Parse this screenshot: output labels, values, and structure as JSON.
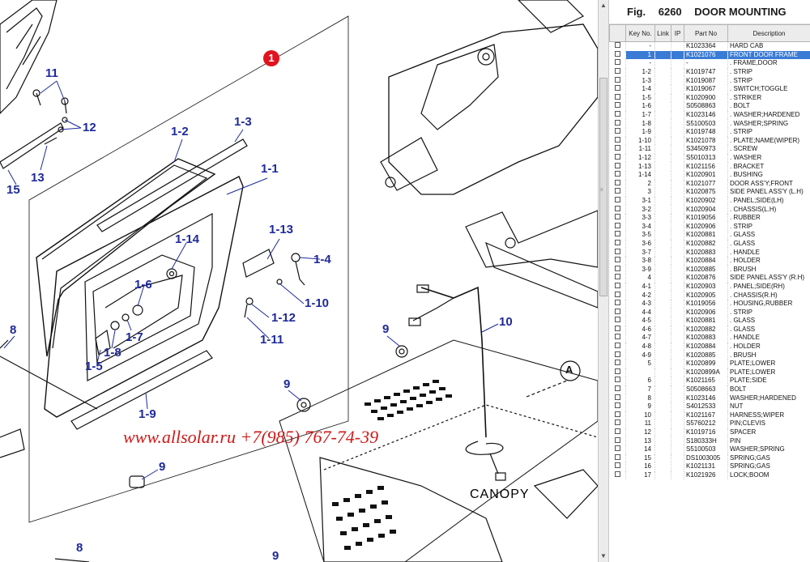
{
  "diagram": {
    "callouts": [
      "11",
      "12",
      "13",
      "15",
      "1-2",
      "1-3",
      "1-1",
      "1-14",
      "1-13",
      "1-4",
      "1-6",
      "1-10",
      "1-12",
      "1-7",
      "1-11",
      "8",
      "1-8",
      "1-5",
      "1-9",
      "9",
      "10",
      "9",
      "9",
      "8",
      "9"
    ],
    "circle_marker": "1",
    "view_marker": "A",
    "canopy_label": "CANOPY",
    "watermark": "www.allsolar.ru +7(985) 767-74-39"
  },
  "panel": {
    "fig_label": "Fig.",
    "fig_number": "6260",
    "fig_title": "DOOR MOUNTING",
    "headers": [
      "Key No.",
      "Link",
      "IP",
      "Part No",
      "Description"
    ],
    "selected_row": 1,
    "rows": [
      {
        "key": "-",
        "part": "K1023364",
        "desc": "HARD CAB"
      },
      {
        "key": "1",
        "part": "K1021076",
        "desc": "FRONT DOOR FRAME"
      },
      {
        "key": "-",
        "part": "-",
        "desc": ". FRAME,DOOR"
      },
      {
        "key": "1-2",
        "part": "K1019747",
        "desc": ". STRIP"
      },
      {
        "key": "1-3",
        "part": "K1019087",
        "desc": ". STRIP"
      },
      {
        "key": "1-4",
        "part": "K1019067",
        "desc": ". SWITCH;TOGGLE"
      },
      {
        "key": "1-5",
        "part": "K1020900",
        "desc": ". STRIKER"
      },
      {
        "key": "1-6",
        "part": "S0508863",
        "desc": ". BOLT"
      },
      {
        "key": "1-7",
        "part": "K1023146",
        "desc": ". WASHER;HARDENED"
      },
      {
        "key": "1-8",
        "part": "S5100503",
        "desc": ". WASHER;SPRING"
      },
      {
        "key": "1-9",
        "part": "K1019748",
        "desc": ". STRIP"
      },
      {
        "key": "1-10",
        "part": "K1021078",
        "desc": ". PLATE;NAME(WIPER)"
      },
      {
        "key": "1-11",
        "part": "S3450973",
        "desc": ". SCREW"
      },
      {
        "key": "1-12",
        "part": "S5010313",
        "desc": ". WASHER"
      },
      {
        "key": "1-13",
        "part": "K1021156",
        "desc": ". BRACKET"
      },
      {
        "key": "1-14",
        "part": "K1020901",
        "desc": ". BUSHING"
      },
      {
        "key": "2",
        "part": "K1021077",
        "desc": "DOOR ASS'Y;FRONT"
      },
      {
        "key": "3",
        "part": "K1020875",
        "desc": "SIDE PANEL ASS'Y (L.H)"
      },
      {
        "key": "3-1",
        "part": "K1020902",
        "desc": ". PANEL;SIDE(LH)"
      },
      {
        "key": "3-2",
        "part": "K1020904",
        "desc": ". CHASSIS(L.H)"
      },
      {
        "key": "3-3",
        "part": "K1019056",
        "desc": ". RUBBER"
      },
      {
        "key": "3-4",
        "part": "K1020906",
        "desc": ". STRIP"
      },
      {
        "key": "3-5",
        "part": "K1020881",
        "desc": ". GLASS"
      },
      {
        "key": "3-6",
        "part": "K1020882",
        "desc": ". GLASS"
      },
      {
        "key": "3-7",
        "part": "K1020883",
        "desc": ". HANDLE"
      },
      {
        "key": "3-8",
        "part": "K1020884",
        "desc": ". HOLDER"
      },
      {
        "key": "3-9",
        "part": "K1020885",
        "desc": ". BRUSH"
      },
      {
        "key": "4",
        "part": "K1020876",
        "desc": "SIDE PANEL ASS'Y (R.H)"
      },
      {
        "key": "4-1",
        "part": "K1020903",
        "desc": ". PANEL;SIDE(RH)"
      },
      {
        "key": "4-2",
        "part": "K1020905",
        "desc": ". CHASSIS(R.H)"
      },
      {
        "key": "4-3",
        "part": "K1019056",
        "desc": ". HOUSING,RUBBER"
      },
      {
        "key": "4-4",
        "part": "K1020906",
        "desc": ". STRIP"
      },
      {
        "key": "4-5",
        "part": "K1020881",
        "desc": ". GLASS"
      },
      {
        "key": "4-6",
        "part": "K1020882",
        "desc": ". GLASS"
      },
      {
        "key": "4-7",
        "part": "K1020883",
        "desc": ". HANDLE"
      },
      {
        "key": "4-8",
        "part": "K1020884",
        "desc": ". HOLDER"
      },
      {
        "key": "4-9",
        "part": "K1020885",
        "desc": ". BRUSH"
      },
      {
        "key": "5",
        "part": "K1020899",
        "desc": "PLATE;LOWER"
      },
      {
        "key": "",
        "part": "K1020899A",
        "desc": "PLATE;LOWER"
      },
      {
        "key": "6",
        "part": "K1021165",
        "desc": "PLATE;SIDE"
      },
      {
        "key": "7",
        "part": "S0508663",
        "desc": "BOLT"
      },
      {
        "key": "8",
        "part": "K1023146",
        "desc": "WASHER;HARDENED"
      },
      {
        "key": "9",
        "part": "S4012533",
        "desc": "NUT"
      },
      {
        "key": "10",
        "part": "K1021167",
        "desc": "HARNESS;WIPER"
      },
      {
        "key": "11",
        "part": "S5760212",
        "desc": "PIN;CLEVIS"
      },
      {
        "key": "12",
        "part": "K1019716",
        "desc": "SPACER"
      },
      {
        "key": "13",
        "part": "S180333H",
        "desc": "PIN"
      },
      {
        "key": "14",
        "part": "S5100503",
        "desc": "WASHER;SPRING"
      },
      {
        "key": "15",
        "part": "DS1003005",
        "desc": "SPRING;GAS"
      },
      {
        "key": "16",
        "part": "K1021131",
        "desc": "SPRING;GAS"
      },
      {
        "key": "17",
        "part": "K1021926",
        "desc": "LOCK;BOOM"
      }
    ]
  },
  "colors": {
    "callout": "#1e2a9a",
    "marker": "#e0141e",
    "watermark": "#d01818",
    "selection": "#3a7bd5"
  },
  "icons": {
    "scroll_up": "scroll-up-arrow-icon",
    "scroll_down": "scroll-down-arrow-icon"
  }
}
